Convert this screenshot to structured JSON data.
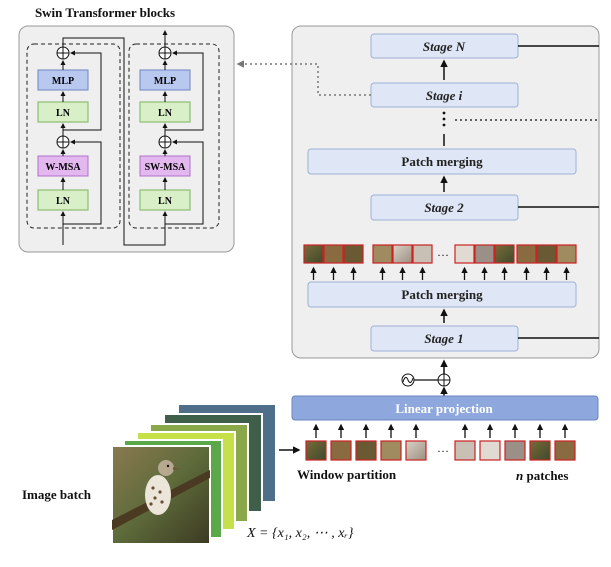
{
  "swin": {
    "title": "Swin Transformer blocks",
    "block1": {
      "mlp": "MLP",
      "ln_top": "LN",
      "msa": "W-MSA",
      "ln_bottom": "LN"
    },
    "block2": {
      "mlp": "MLP",
      "ln_top": "LN",
      "msa": "SW-MSA",
      "ln_bottom": "LN"
    }
  },
  "stages": {
    "stage_n": "Stage N",
    "stage_i": "Stage i",
    "patch_merging_top": "Patch merging",
    "stage_2": "Stage 2",
    "patch_merging_bottom": "Patch merging",
    "stage_1": "Stage 1"
  },
  "linear_projection": "Linear projection",
  "window_partition": "Window partition",
  "n_patches": {
    "n": "n",
    "label": " patches"
  },
  "image_batch": "Image batch",
  "formula": "X = {x₁, x₂, ⋯ , xᵣ}",
  "ellipsis": "···",
  "colors": {
    "lavender": "#dfe6f6",
    "lavender_border": "#9fb2d6",
    "mlp": "#b8c8ee",
    "ln": "#d9efc8",
    "ln_border": "#7ab35c",
    "msa": "#e2b8ef",
    "msa_border": "#b070c8",
    "projection": "#8ea7dc",
    "panel": "#efefef",
    "patch_border": "#cc2222"
  }
}
